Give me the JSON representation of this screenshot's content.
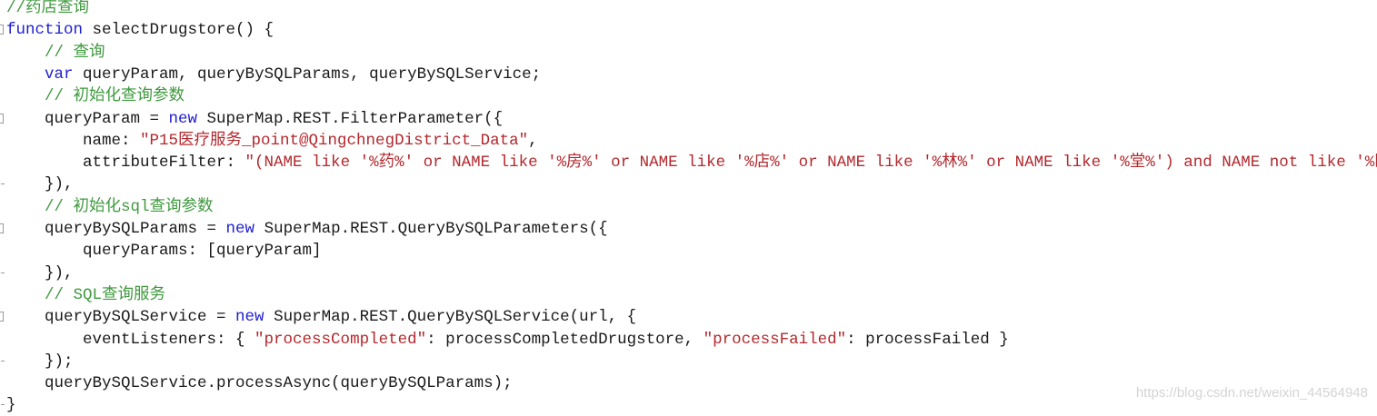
{
  "editor": {
    "lines": [
      {
        "fold": "none",
        "tokens": [
          {
            "t": "cm",
            "v": "//药店查询"
          }
        ]
      },
      {
        "fold": "open",
        "tokens": [
          {
            "t": "kw",
            "v": "function"
          },
          {
            "t": "pl",
            "v": " selectDrugstore() {"
          }
        ]
      },
      {
        "fold": "none",
        "tokens": [
          {
            "t": "pl",
            "v": "    "
          },
          {
            "t": "cm",
            "v": "// 查询"
          }
        ]
      },
      {
        "fold": "none",
        "tokens": [
          {
            "t": "pl",
            "v": "    "
          },
          {
            "t": "kw",
            "v": "var"
          },
          {
            "t": "pl",
            "v": " queryParam, queryBySQLParams, queryBySQLService;"
          }
        ]
      },
      {
        "fold": "none",
        "tokens": [
          {
            "t": "pl",
            "v": "    "
          },
          {
            "t": "cm",
            "v": "// 初始化查询参数"
          }
        ]
      },
      {
        "fold": "open",
        "tokens": [
          {
            "t": "pl",
            "v": "    queryParam = "
          },
          {
            "t": "kw",
            "v": "new"
          },
          {
            "t": "pl",
            "v": " SuperMap.REST.FilterParameter({"
          }
        ]
      },
      {
        "fold": "none",
        "tokens": [
          {
            "t": "pl",
            "v": "        name: "
          },
          {
            "t": "st",
            "v": "\"P15医疗服务_point@QingchnegDistrict_Data\""
          },
          {
            "t": "pl",
            "v": ","
          }
        ]
      },
      {
        "fold": "none",
        "tokens": [
          {
            "t": "pl",
            "v": "        attributeFilter: "
          },
          {
            "t": "st",
            "v": "\"(NAME like '%药%' or NAME like '%房%' or NAME like '%店%' or NAME like '%林%' or NAME like '%堂%') and NAME not like '%医院%'\""
          }
        ]
      },
      {
        "fold": "end",
        "tokens": [
          {
            "t": "pl",
            "v": "    }),"
          }
        ]
      },
      {
        "fold": "none",
        "tokens": [
          {
            "t": "pl",
            "v": "    "
          },
          {
            "t": "cm",
            "v": "// 初始化sql查询参数"
          }
        ]
      },
      {
        "fold": "open",
        "tokens": [
          {
            "t": "pl",
            "v": "    queryBySQLParams = "
          },
          {
            "t": "kw",
            "v": "new"
          },
          {
            "t": "pl",
            "v": " SuperMap.REST.QueryBySQLParameters({"
          }
        ]
      },
      {
        "fold": "none",
        "tokens": [
          {
            "t": "pl",
            "v": "        queryParams: [queryParam]"
          }
        ]
      },
      {
        "fold": "end",
        "tokens": [
          {
            "t": "pl",
            "v": "    }),"
          }
        ]
      },
      {
        "fold": "none",
        "tokens": [
          {
            "t": "pl",
            "v": "    "
          },
          {
            "t": "cm",
            "v": "// SQL查询服务"
          }
        ]
      },
      {
        "fold": "open",
        "tokens": [
          {
            "t": "pl",
            "v": "    queryBySQLService = "
          },
          {
            "t": "kw",
            "v": "new"
          },
          {
            "t": "pl",
            "v": " SuperMap.REST.QueryBySQLService(url, {"
          }
        ]
      },
      {
        "fold": "none",
        "tokens": [
          {
            "t": "pl",
            "v": "        eventListeners: { "
          },
          {
            "t": "st",
            "v": "\"processCompleted\""
          },
          {
            "t": "pl",
            "v": ": processCompletedDrugstore, "
          },
          {
            "t": "st",
            "v": "\"processFailed\""
          },
          {
            "t": "pl",
            "v": ": processFailed }"
          }
        ]
      },
      {
        "fold": "end",
        "tokens": [
          {
            "t": "pl",
            "v": "    });"
          }
        ]
      },
      {
        "fold": "none",
        "tokens": [
          {
            "t": "pl",
            "v": "    queryBySQLService.processAsync(queryBySQLParams);"
          }
        ]
      },
      {
        "fold": "end",
        "tokens": [
          {
            "t": "pl",
            "v": "}"
          }
        ]
      }
    ]
  },
  "watermark": "https://blog.csdn.net/weixin_44564948",
  "colors": {
    "comment": "#3f9a3f",
    "keyword": "#2020d0",
    "string": "#b3282d",
    "plain": "#1a1a1a",
    "background": "#ffffff"
  }
}
